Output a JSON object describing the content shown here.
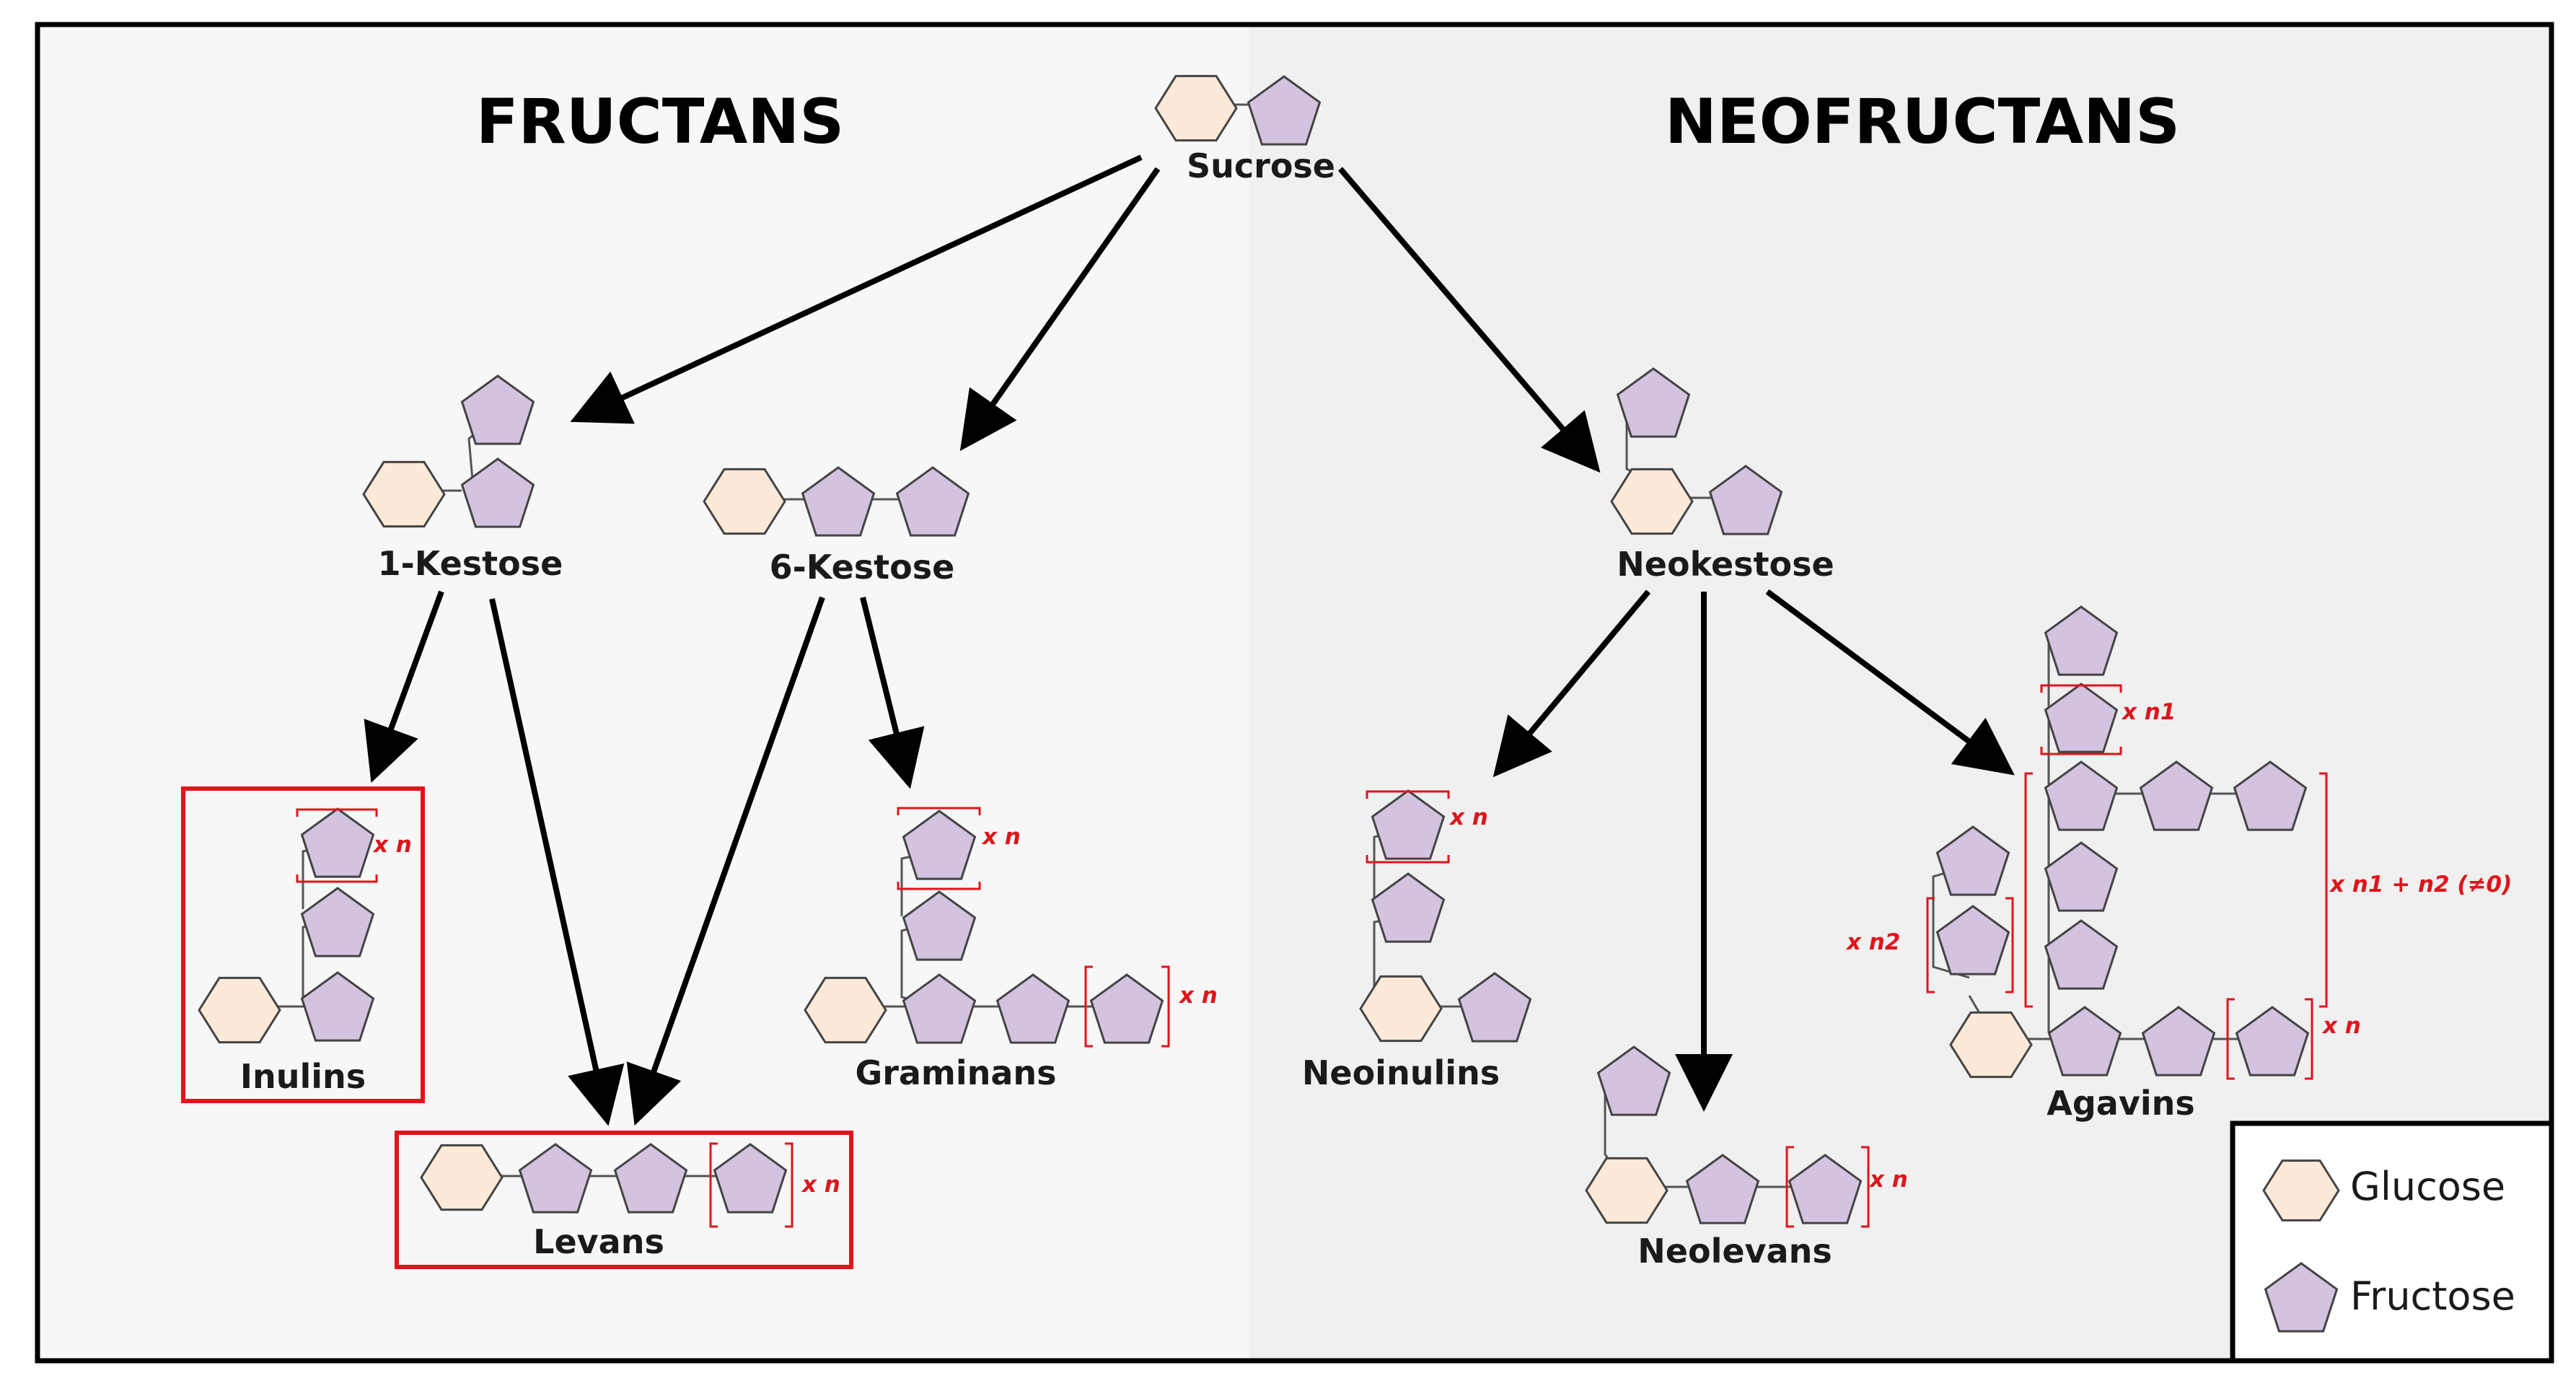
{
  "titles": {
    "left": "FRUCTANS",
    "right": "NEOFRUCTANS"
  },
  "nodes": {
    "sucrose": "Sucrose",
    "kestose1": "1-Kestose",
    "kestose6": "6-Kestose",
    "neokestose": "Neokestose",
    "inulins": "Inulins",
    "levans": "Levans",
    "graminans": "Graminans",
    "neoinulins": "Neoinulins",
    "neolevans": "Neolevans",
    "agavins": "Agavins"
  },
  "repeats": {
    "n": "x n",
    "n1": "x n1",
    "n2": "x n2",
    "n1n2": "x n1 + n2 (≠0)"
  },
  "legend": {
    "glucose": "Glucose",
    "fructose": "Fructose"
  },
  "colors": {
    "glucose_fill": "#fde9d8",
    "fructose_fill": "#d3c3e0",
    "highlight": "#e0141b",
    "panel_left": "#f7f7f7",
    "panel_right": "#f0f0f0"
  }
}
